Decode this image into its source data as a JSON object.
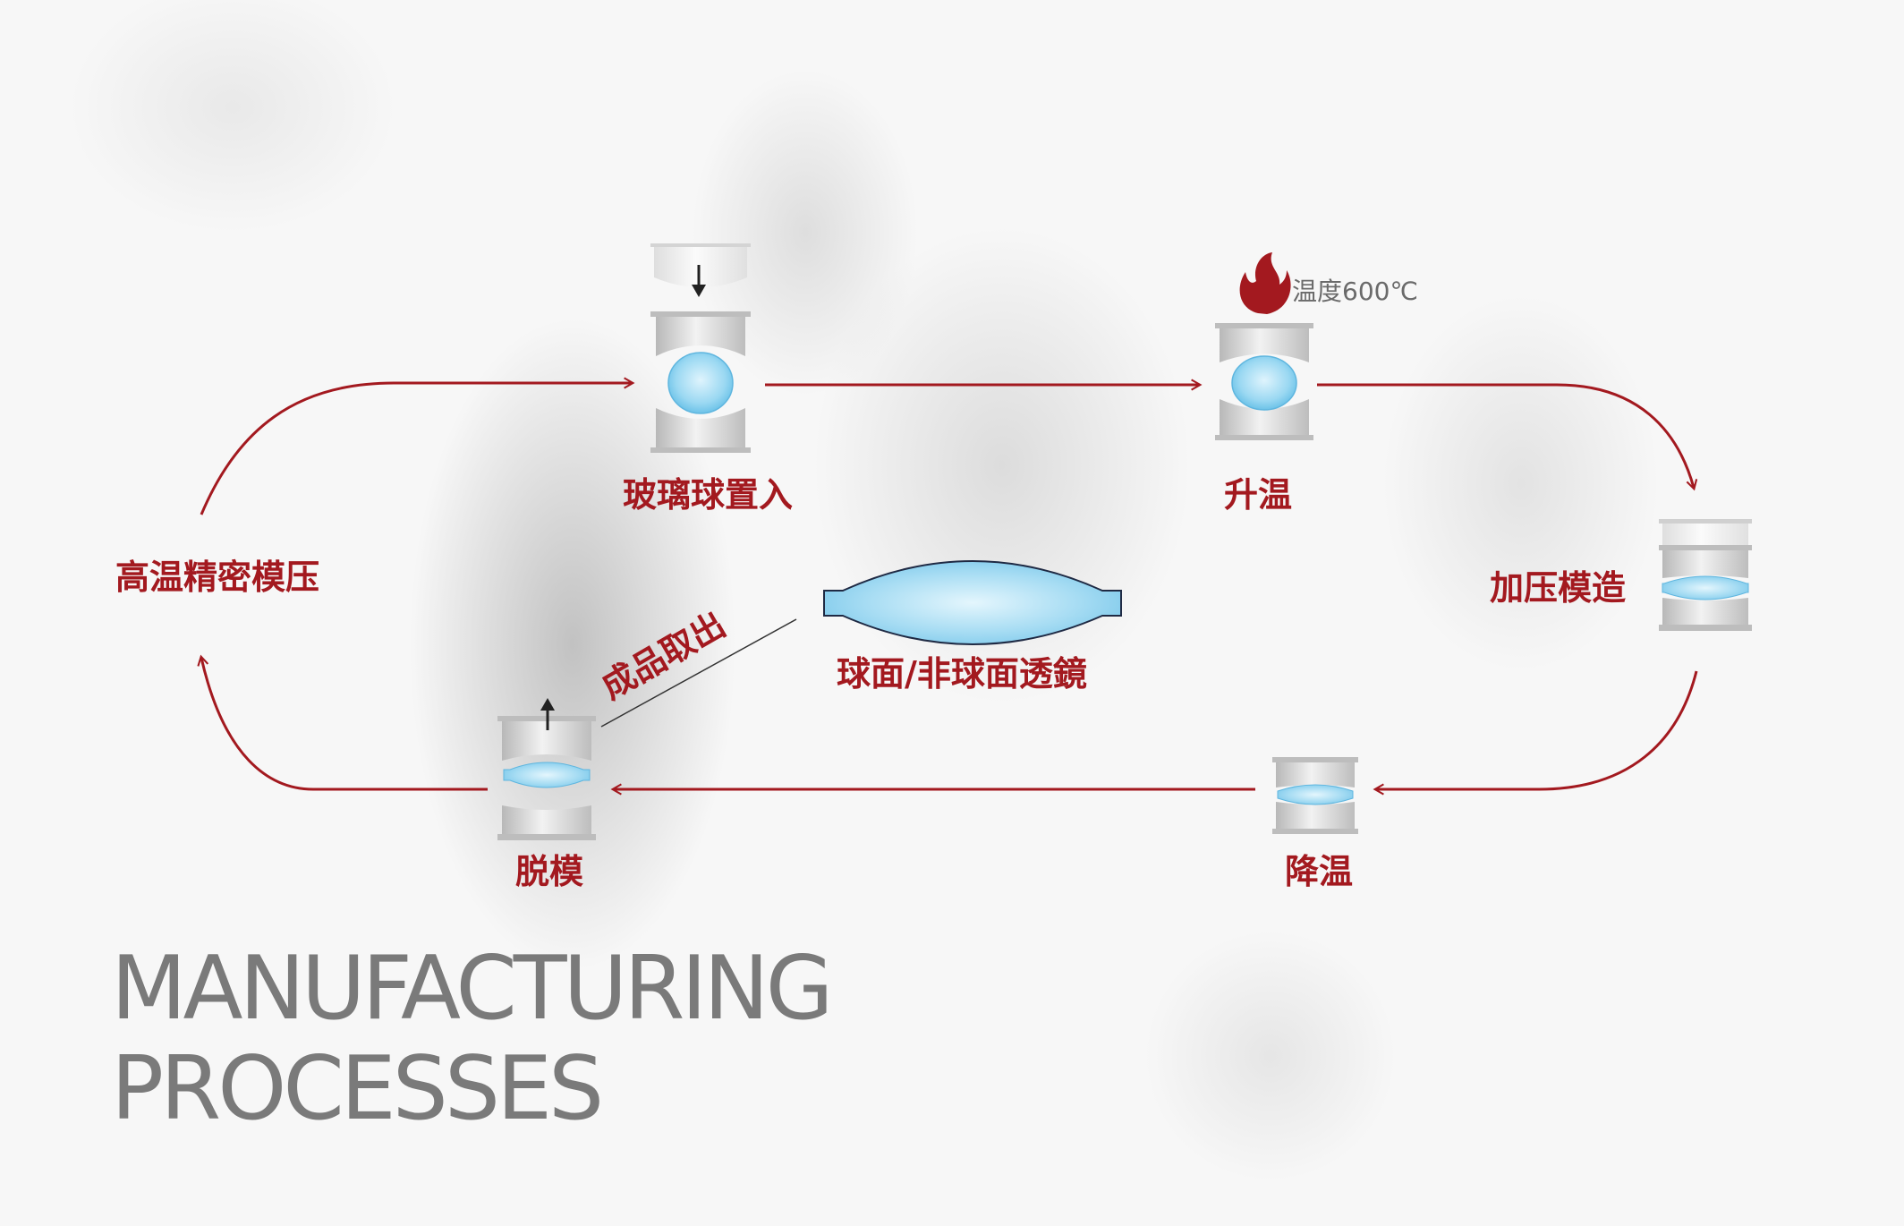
{
  "steps": {
    "insert": "玻璃球置入",
    "heat": "升温",
    "press": "加压模造",
    "cool": "降温",
    "demold": "脱模",
    "mold": "高温精密模压"
  },
  "temperature": "温度600℃",
  "take_out": "成品取出",
  "lens": "球面/非球面透鏡",
  "title": {
    "line1": "MANUFACTURING",
    "line2": "PROCESSES"
  },
  "colors": {
    "accent": "#a3191f",
    "glass": "#8fd3f0",
    "mold": "#c9c9c9"
  },
  "icons": [
    "down-arrow-icon",
    "flame-icon",
    "up-arrow-icon"
  ]
}
